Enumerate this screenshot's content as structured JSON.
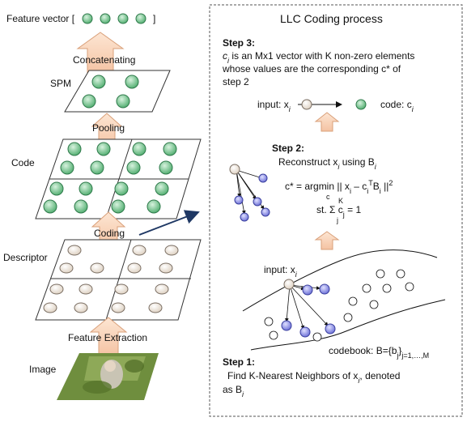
{
  "left": {
    "feature_vector": "Feature vector [",
    "feature_vector_close": "]",
    "concatenating": "Concatenating",
    "spm": "SPM",
    "pooling": "Pooling",
    "code": "Code",
    "coding": "Coding",
    "descriptor": "Descriptor",
    "feature_extraction": "Feature Extraction",
    "image": "Image"
  },
  "right": {
    "title": "LLC Coding process",
    "step3_title": "Step 3:",
    "step3_line1_a": "c",
    "step3_line1_sub": "i",
    "step3_line1_b": " is an Mx1 vector with K non-zero elements",
    "step3_line2": "whose values are the corresponding c* of",
    "step3_line3": "step 2",
    "input_label": "input: x",
    "input_sub": "i",
    "code_label": "code: c",
    "code_sub": "i",
    "step2_title": "Step 2:",
    "step2_line1": "Reconstruct x",
    "step2_line1_sub": "i",
    "step2_line1_b": " using B",
    "step2_line1_sub2": "i",
    "eq1_lhs": "c* = argmin || x",
    "eq1_mid": " – c",
    "eq1_rhs": "B",
    "eq1_tail": " ||",
    "eq1_sub_c": "c",
    "eq1_sup_t": "T",
    "eq1_sup_2": "2",
    "eq1_sub_i1": "i",
    "eq1_sub_i2": "i",
    "eq2_k": "K",
    "eq2_text": "st. Σ c",
    "eq2_sub_j": "j",
    "eq2_tail": " = 1",
    "eq2_under_j": "j",
    "input2_label": "input: x",
    "input2_sub": "i",
    "codebook_label": "codebook: B={b",
    "codebook_sub": "j",
    "codebook_range": "j=1,…,M",
    "step1_title": "Step 1:",
    "step1_line1": "Find K-Nearest Neighbors of x",
    "step1_line1_sub": "i",
    "step1_line1_b": ", denoted",
    "step1_line2": "as B",
    "step1_line2_sub": "i"
  },
  "colors": {
    "arrow_fill": "#f7d9c4",
    "arrow_stroke": "#d9a07a",
    "green_fill": "#6cc08a",
    "green_stroke": "#2f7a4b",
    "beige_fill": "#ece2d6",
    "beige_stroke": "#7a6e63",
    "blue_fill": "#8a8ee6",
    "blue_stroke": "#3a3f9e",
    "line_blue": "#1f3864",
    "dashed_border": "#555555"
  },
  "icons": {
    "dot_green": "green-dot-icon",
    "dot_beige": "beige-dot-icon",
    "dot_blue": "blue-dot-icon"
  }
}
